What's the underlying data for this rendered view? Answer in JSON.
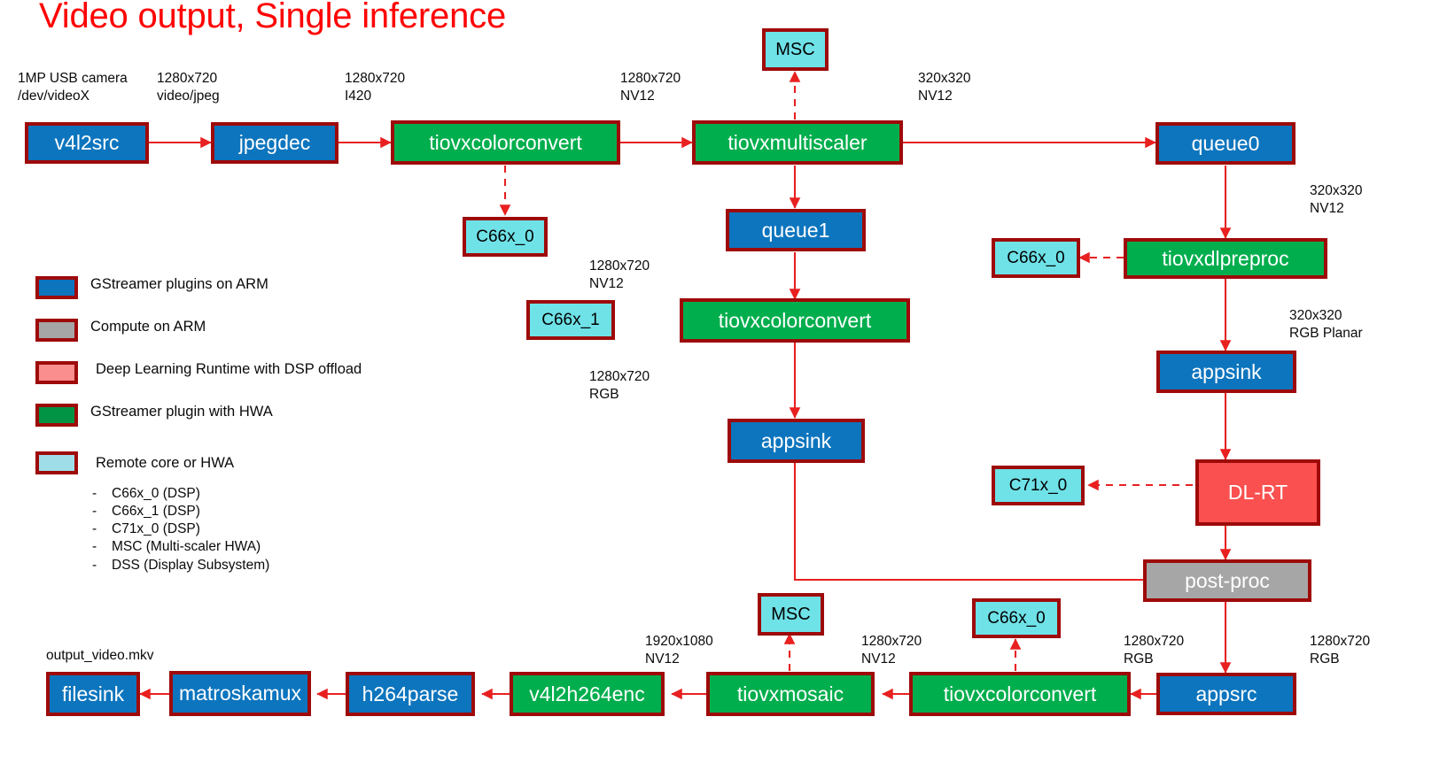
{
  "title": "Video output, Single inference",
  "colors": {
    "title": "#FF0000",
    "border": "#9E0A0A",
    "arrow": "#E82020",
    "blue": "#0D75BE",
    "green": "#00AE4D",
    "cyan": "#6FE2E8",
    "gray": "#A6A6A6",
    "salmon": "#FA5050"
  },
  "legend": {
    "items": [
      {
        "color": "#0D75BE",
        "label": "GStreamer plugins on ARM"
      },
      {
        "color": "#A6A6A6",
        "label": "Compute on ARM"
      },
      {
        "color": "#FA8D8D",
        "label": "Deep Learning Runtime with DSP offload"
      },
      {
        "color": "#009444",
        "label": "GStreamer plugin with HWA"
      },
      {
        "color": "#9FDDE8",
        "label": "Remote core or HWA"
      }
    ],
    "sub_items": [
      "C66x_0 (DSP)",
      "C66x_1 (DSP)",
      "C71x_0 (DSP)",
      "MSC (Multi-scaler HWA)",
      "DSS (Display Subsystem)"
    ]
  },
  "nodes": [
    {
      "id": "v4l2src",
      "label": "v4l2src",
      "kind": "blue"
    },
    {
      "id": "jpegdec",
      "label": "jpegdec",
      "kind": "blue"
    },
    {
      "id": "colorconvert1",
      "label": "tiovxcolorconvert",
      "kind": "green"
    },
    {
      "id": "c66x0_a",
      "label": "C66x_0",
      "kind": "cyan"
    },
    {
      "id": "msc_top",
      "label": "MSC",
      "kind": "cyan"
    },
    {
      "id": "multiscaler",
      "label": "tiovxmultiscaler",
      "kind": "green"
    },
    {
      "id": "queue1",
      "label": "queue1",
      "kind": "blue"
    },
    {
      "id": "c66x1",
      "label": "C66x_1",
      "kind": "cyan"
    },
    {
      "id": "colorconvert2",
      "label": "tiovxcolorconvert",
      "kind": "green"
    },
    {
      "id": "appsink_mid",
      "label": "appsink",
      "kind": "blue"
    },
    {
      "id": "queue0",
      "label": "queue0",
      "kind": "blue"
    },
    {
      "id": "c66x0_b",
      "label": "C66x_0",
      "kind": "cyan"
    },
    {
      "id": "dlpreproc",
      "label": "tiovxdlpreproc",
      "kind": "green"
    },
    {
      "id": "appsink_right",
      "label": "appsink",
      "kind": "blue"
    },
    {
      "id": "c71x0",
      "label": "C71x_0",
      "kind": "cyan"
    },
    {
      "id": "dlrt",
      "label": "DL-RT",
      "kind": "salmon"
    },
    {
      "id": "postproc",
      "label": "post-proc",
      "kind": "gray"
    },
    {
      "id": "appsrc",
      "label": "appsrc",
      "kind": "blue"
    },
    {
      "id": "c66x0_c",
      "label": "C66x_0",
      "kind": "cyan"
    },
    {
      "id": "colorconvert3",
      "label": "tiovxcolorconvert",
      "kind": "green"
    },
    {
      "id": "msc_bottom",
      "label": "MSC",
      "kind": "cyan"
    },
    {
      "id": "mosaic",
      "label": "tiovxmosaic",
      "kind": "green"
    },
    {
      "id": "h264enc",
      "label": "v4l2h264enc",
      "kind": "green"
    },
    {
      "id": "h264parse",
      "label": "h264parse",
      "kind": "blue"
    },
    {
      "id": "matroskamux",
      "label": "matroskamux",
      "kind": "blue"
    },
    {
      "id": "filesink",
      "label": "filesink",
      "kind": "blue"
    }
  ],
  "captions": [
    {
      "id": "cap_camera",
      "text": "1MP USB camera\n/dev/videoX"
    },
    {
      "id": "cap_jpeg",
      "text": "1280x720\nvideo/jpeg"
    },
    {
      "id": "cap_i420",
      "text": "1280x720\nI420"
    },
    {
      "id": "cap_nv12_ms",
      "text": "1280x720\nNV12"
    },
    {
      "id": "cap_320_nv12",
      "text": "320x320\nNV12"
    },
    {
      "id": "cap_320_nv12b",
      "text": "320x320\nNV12"
    },
    {
      "id": "cap_320_rgbp",
      "text": "320x320\nRGB Planar"
    },
    {
      "id": "cap_mid_nv12",
      "text": "1280x720\nNV12"
    },
    {
      "id": "cap_mid_rgb",
      "text": "1280x720\nRGB"
    },
    {
      "id": "cap_1920",
      "text": "1920x1080\nNV12"
    },
    {
      "id": "cap_bot_nv12",
      "text": "1280x720\nNV12"
    },
    {
      "id": "cap_bot_rgb1",
      "text": "1280x720\nRGB"
    },
    {
      "id": "cap_bot_rgb2",
      "text": "1280x720\nRGB"
    },
    {
      "id": "cap_outfile",
      "text": "output_video.mkv"
    }
  ]
}
